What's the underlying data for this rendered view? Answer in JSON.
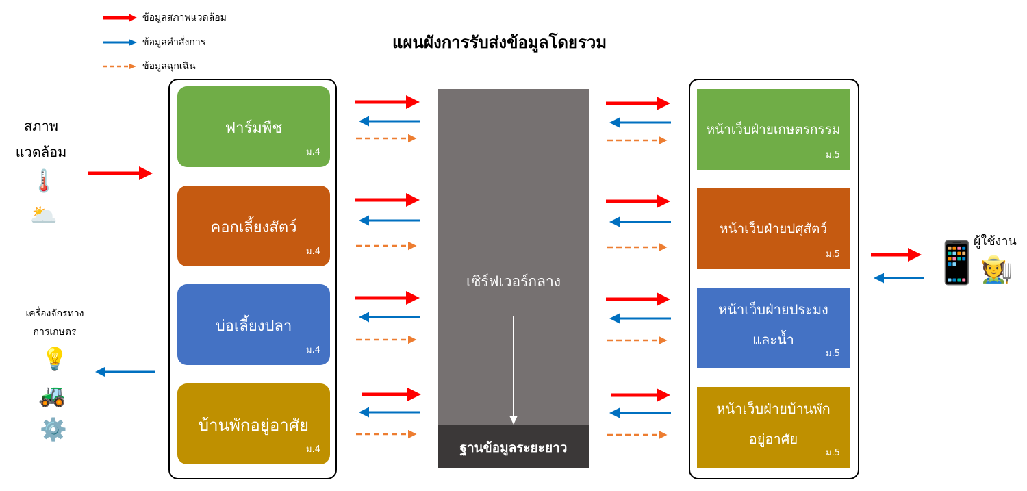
{
  "title": "แผนผังการรับส่งข้อมูลโดยรวม",
  "legend": {
    "environment": "ข้อมูลสภาพแวดล้อม",
    "command": "ข้อมูลคำสั่งการ",
    "emergency": "ข้อมูลฉุกเฉิน"
  },
  "colors": {
    "environment_arrow": "#ff0000",
    "command_arrow": "#0070c0",
    "emergency_arrow": "#ed7d31",
    "plant": "#70ad47",
    "livestock": "#c55a11",
    "fish": "#4472c4",
    "home": "#bf9000",
    "server": "#767171",
    "database": "#3b3838"
  },
  "environment": {
    "label_line1": "สภาพ",
    "label_line2": "แวดล้อม",
    "icons": [
      "thermometer-icon",
      "sun-behind-cloud-icon"
    ]
  },
  "machinery": {
    "label_line1": "เครื่องจักรทาง",
    "label_line2": "การเกษตร",
    "icons": [
      "light-bulb-icon",
      "tractor-icon",
      "gear-icon"
    ]
  },
  "farm_units": [
    {
      "label": "ฟาร์มพืช",
      "grade": "ม.4"
    },
    {
      "label": "คอกเลี้ยงสัตว์",
      "grade": "ม.4"
    },
    {
      "label": "บ่อเลี้ยงปลา",
      "grade": "ม.4"
    },
    {
      "label": "บ้านพักอยู่อาศัย",
      "grade": "ม.4"
    }
  ],
  "server": {
    "label": "เซิร์ฟเวอร์กลาง"
  },
  "database": {
    "label": "ฐานข้อมูลระยะยาว"
  },
  "websites": [
    {
      "line1": "หน้าเว็บฝ่ายเกษตรกรรม",
      "line2": "",
      "grade": "ม.5"
    },
    {
      "line1": "หน้าเว็บฝ่ายปศุสัตว์",
      "line2": "",
      "grade": "ม.5"
    },
    {
      "line1": "หน้าเว็บฝ่ายประมง",
      "line2": "และน้ำ",
      "grade": "ม.5"
    },
    {
      "line1": "หน้าเว็บฝ่ายบ้านพัก",
      "line2": "อยู่อาศัย",
      "grade": "ม.5"
    }
  ],
  "user": {
    "label": "ผู้ใช้งาน",
    "icons": [
      "mobile-phone-icon",
      "farmer-icon"
    ]
  }
}
